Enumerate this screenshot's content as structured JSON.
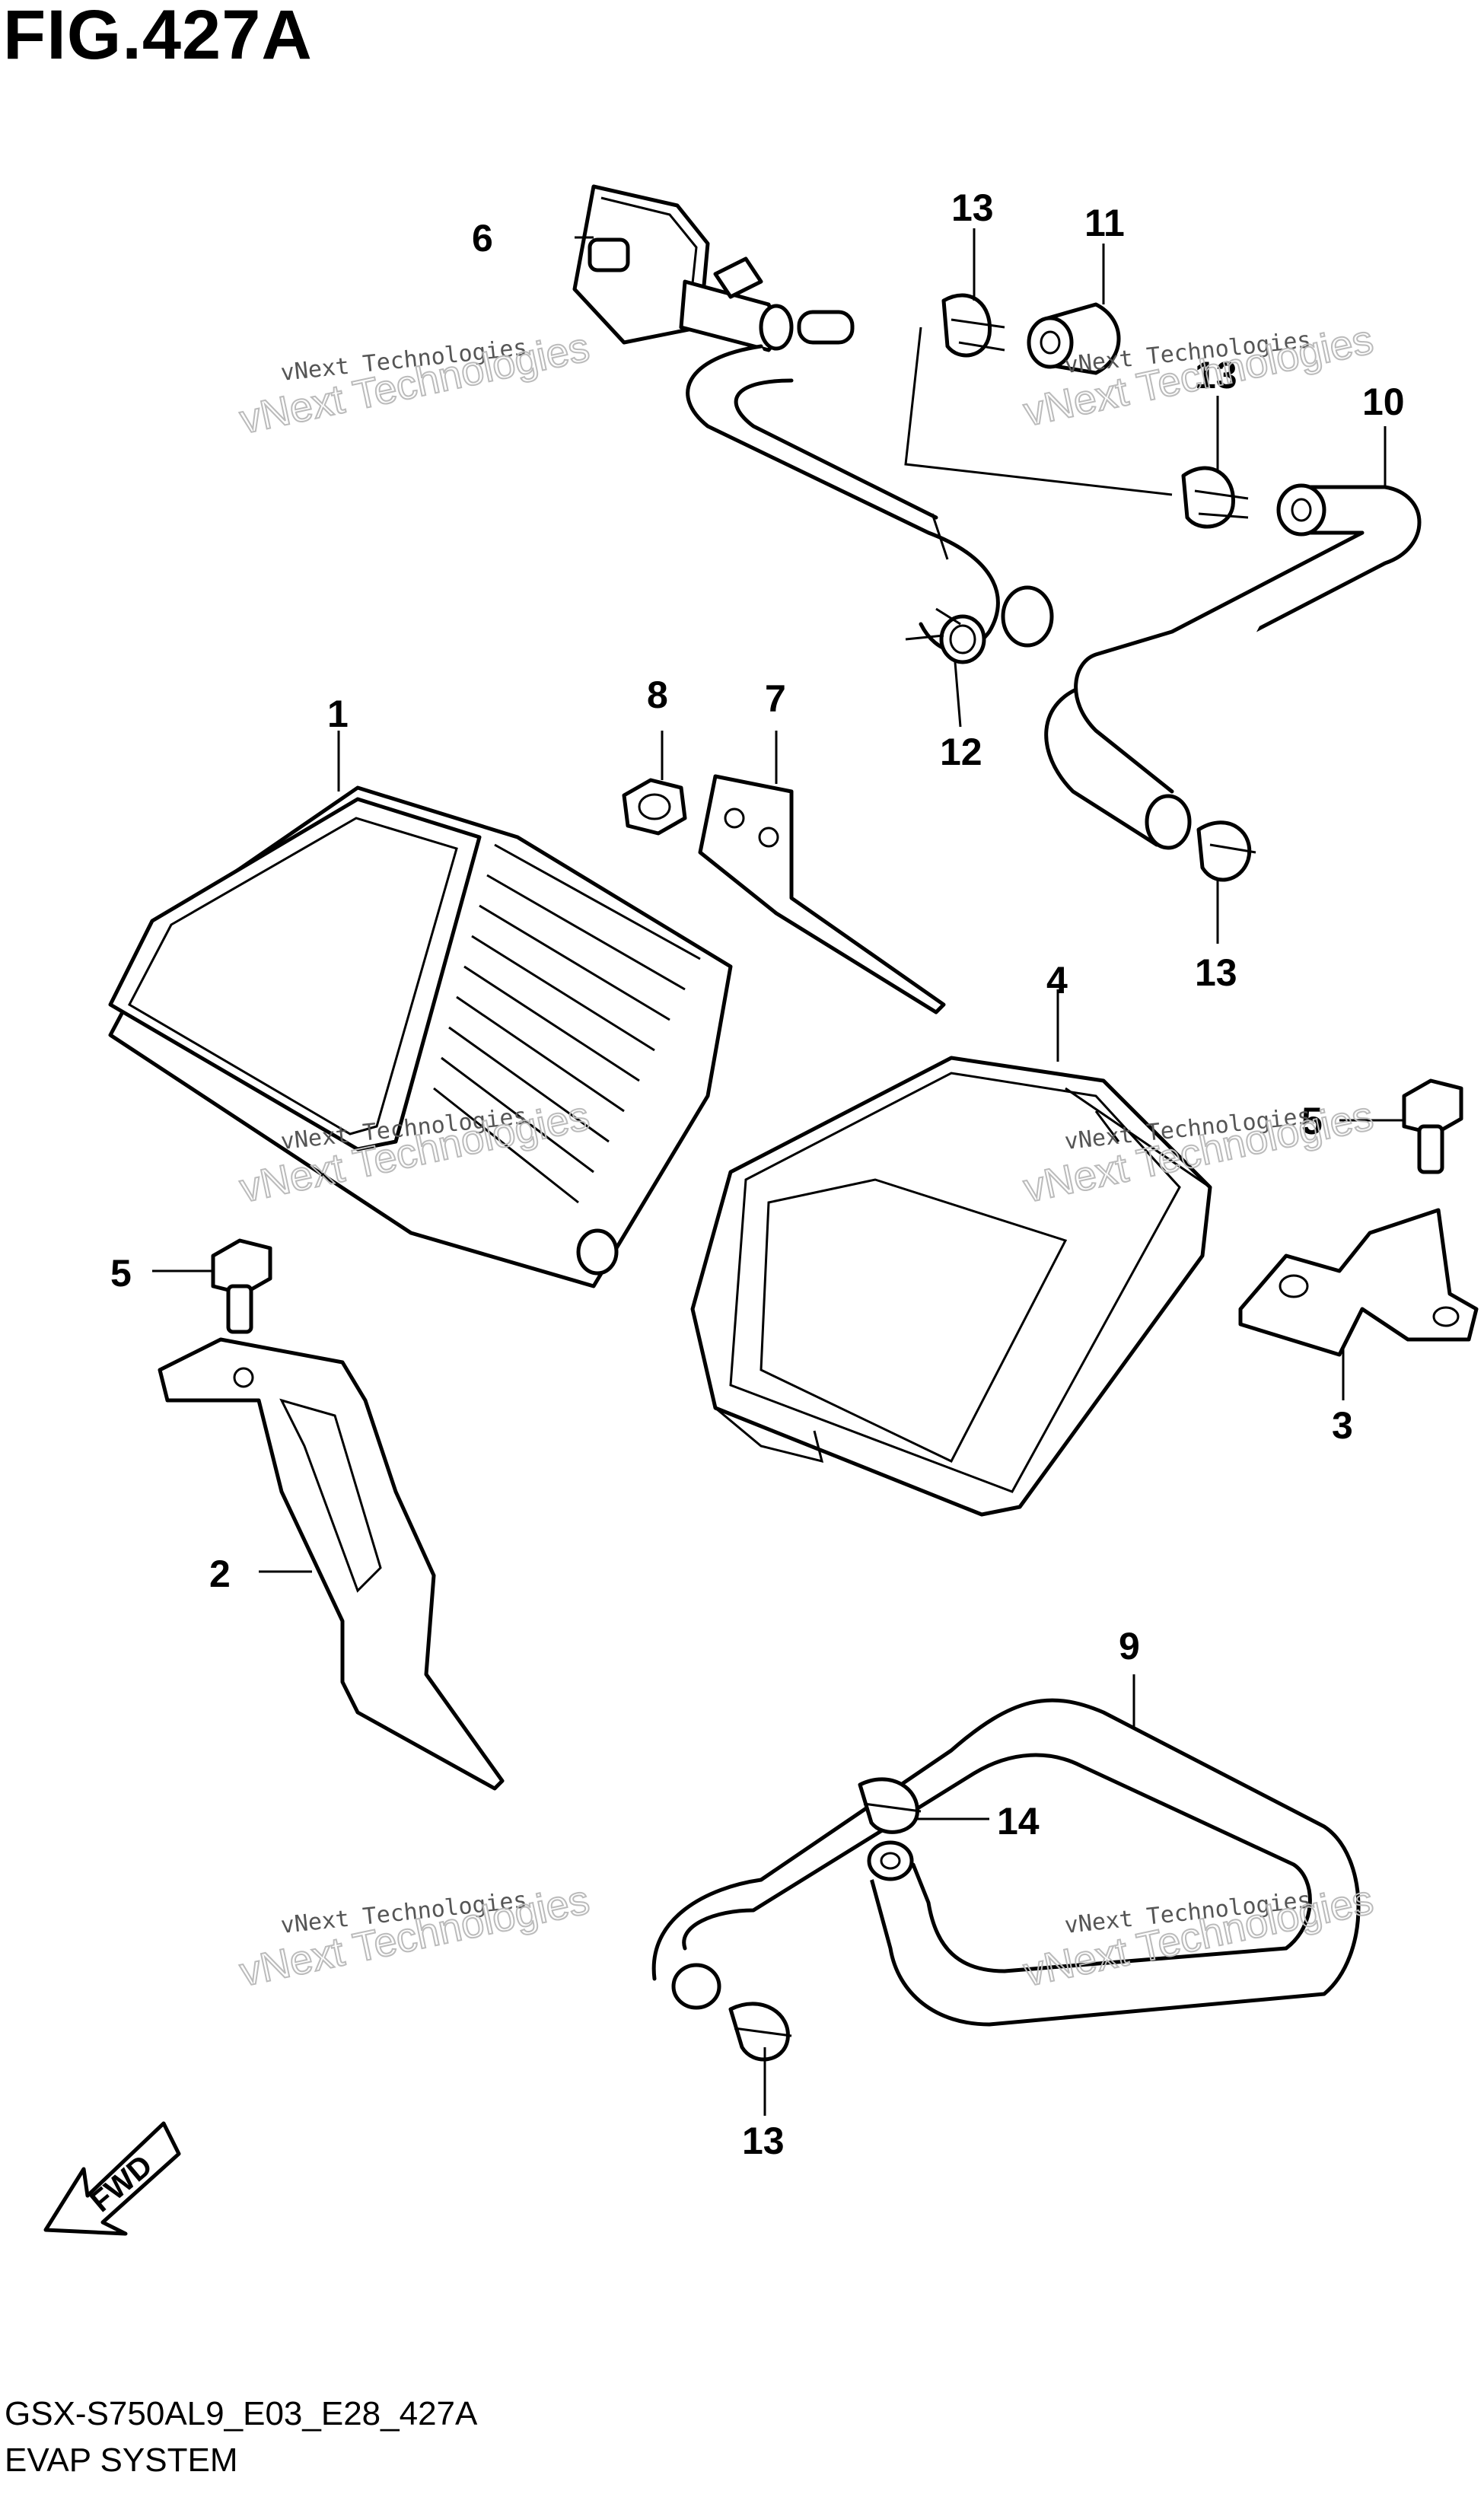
{
  "figure": {
    "title": "FIG.427A",
    "model_code": "GSX-S750AL9_E03_E28_427A",
    "system_name": "EVAP SYSTEM"
  },
  "fwd_label": "FWD",
  "watermark": {
    "small_text": "vNext Technologies",
    "big_text": "vNext Technologies"
  },
  "callouts": {
    "c1": "1",
    "c2": "2",
    "c3": "3",
    "c4": "4",
    "c5a": "5",
    "c5b": "5",
    "c6": "6",
    "c7": "7",
    "c8": "8",
    "c9": "9",
    "c10": "10",
    "c11": "11",
    "c12": "12",
    "c13a": "13",
    "c13b": "13",
    "c13c": "13",
    "c13d": "13",
    "c14": "14"
  },
  "colors": {
    "line": "#000000",
    "background": "#ffffff",
    "watermark": "#bbbbbb"
  }
}
